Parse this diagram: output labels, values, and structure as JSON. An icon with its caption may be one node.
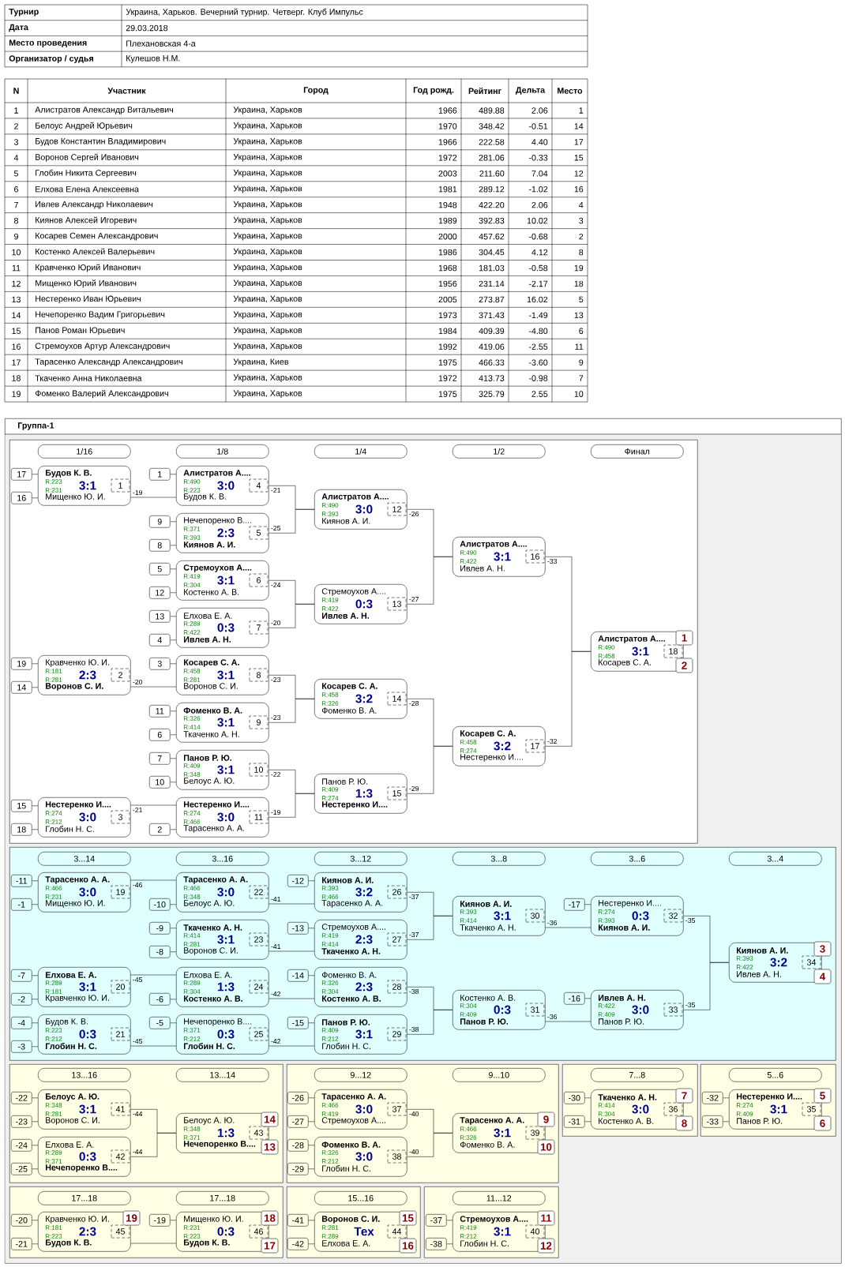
{
  "diagram": {
    "nodes": [
      {
        "text": [
          "Группа-1"
        ]
      },
      {
        "text": [],
        "shape": "box",
        "in": 0
      },
      {
        "text": [
          "1/16"
        ],
        "in": 1
      },
      {
        "text": [
          "1/8"
        ],
        "in": 1
      },
      {
        "text": [
          "1/4"
        ],
        "in": 1
      },
      {
        "text": [
          "1/2"
        ],
        "in": 1
      },
      {
        "text": [
          "Финал"
        ],
        "in": 1
      },
      {
        "text": [
          "17"
        ],
        "in": 1
      },
      {
        "text": [
          "16"
        ],
        "in": 1
      },
      {
        "text": [
          "Будов К. В.",
          "R:223",
          "3:1",
          "R:231",
          "Мищенко Ю. И.",
          "1"
        ],
        "in": 1
      },
      {
        "text": [
          "19"
        ],
        "in": 1
      },
      {
        "text": [
          "14"
        ],
        "in": 1
      },
      {
        "text": [
          "Кравченко Ю. И.",
          "R:181",
          "2:3",
          "R:281",
          "Воронов С. И.",
          "2"
        ],
        "in": 1
      },
      {
        "text": [
          "15"
        ],
        "in": 1
      },
      {
        "text": [
          "18"
        ],
        "in": 1
      },
      {
        "text": [
          "Нестеренко И....",
          "R:274",
          "3:0",
          "R:212",
          "Глобин Н. С.",
          "3"
        ],
        "in": 1
      },
      {
        "text": [
          "1"
        ],
        "in": 1
      },
      {
        "text": [
          "Алистратов А....",
          "R:490",
          "3:0",
          "R:223",
          "Будов К. В.",
          "4"
        ],
        "in": 1
      },
      {
        "text": [
          "9"
        ],
        "in": 1
      },
      {
        "text": [
          "8"
        ],
        "in": 1
      },
      {
        "text": [
          "Нечепоренко В....",
          "R:371",
          "2:3",
          "R:393",
          "Киянов А. И.",
          "5"
        ],
        "in": 1
      },
      {
        "text": [
          "5"
        ],
        "in": 1
      },
      {
        "text": [
          "12"
        ],
        "in": 1
      },
      {
        "text": [
          "Стремоухов А....",
          "R:419",
          "3:1",
          "R:304",
          "Костенко А. В.",
          "6"
        ],
        "in": 1
      },
      {
        "text": [
          "13"
        ],
        "in": 1
      },
      {
        "text": [
          "4"
        ],
        "in": 1
      },
      {
        "text": [
          "Елхова Е. А.",
          "R:289",
          "0:3",
          "R:422",
          "Ивлев А. Н.",
          "7"
        ],
        "in": 1
      },
      {
        "text": [
          "3"
        ],
        "in": 1
      },
      {
        "text": [
          "Косарев С. А.",
          "R:458",
          "3:1",
          "R:281",
          "Воронов С. И.",
          "8"
        ],
        "in": 1
      },
      {
        "text": [
          "11"
        ],
        "in": 1
      },
      {
        "text": [
          "6"
        ],
        "in": 1
      },
      {
        "text": [
          "Фоменко В. А.",
          "R:326",
          "3:1",
          "R:414",
          "Ткаченко А. Н.",
          "9"
        ],
        "in": 1
      },
      {
        "text": [
          "7"
        ],
        "in": 1
      },
      {
        "text": [
          "10"
        ],
        "in": 1
      },
      {
        "text": [
          "Панов Р. Ю.",
          "R:409",
          "3:1",
          "R:348",
          "Белоус А. Ю.",
          "10"
        ],
        "in": 1
      },
      {
        "text": [
          "2"
        ],
        "in": 1
      },
      {
        "text": [
          "Нестеренко И....",
          "R:274",
          "3:0",
          "R:466",
          "Тарасенко А. А.",
          "11"
        ],
        "in": 1
      },
      {
        "text": [
          "Алистратов А....",
          "R:490",
          "3:0",
          "R:393",
          "Киянов А. И.",
          "12"
        ],
        "in": 1
      },
      {
        "text": [
          "Стремоухов А....",
          "R:419",
          "0:3",
          "R:422",
          "Ивлев А. Н.",
          "13"
        ],
        "in": 1
      },
      {
        "text": [
          "Косарев С. А.",
          "R:458",
          "3:2",
          "R:326",
          "Фоменко В. А.",
          "14"
        ],
        "in": 1
      },
      {
        "text": [
          "Панов Р. Ю.",
          "R:409",
          "1:3",
          "R:274",
          "Нестеренко И....",
          "15"
        ],
        "in": 1
      },
      {
        "text": [
          "Алистратов А....",
          "R:490",
          "3:1",
          "R:422",
          "Ивлев А. Н.",
          "16"
        ],
        "in": 1
      },
      {
        "text": [
          "Косарев С. А.",
          "R:458",
          "3:2",
          "R:274",
          "Нестеренко И....",
          "17"
        ],
        "in": 1
      },
      {
        "text": [
          "Алистратов А....",
          "R:490",
          "3:1",
          "R:458",
          "Косарев С. А.",
          "18"
        ],
        "in": 1,
        "beside": [
          "1",
          "2"
        ]
      },
      {
        "text": [],
        "shape": "box",
        "in": 0
      },
      {
        "text": [
          "3...14"
        ],
        "in": 44
      },
      {
        "text": [
          "3...16"
        ],
        "in": 44
      },
      {
        "text": [
          "3...12"
        ],
        "in": 44
      },
      {
        "text": [
          "3...8"
        ],
        "in": 44
      },
      {
        "text": [
          "3...6"
        ],
        "in": 44
      },
      {
        "text": [
          "3...4"
        ],
        "in": 44
      },
      {
        "text": [
          "-11"
        ],
        "in": 44
      },
      {
        "text": [
          "-1"
        ],
        "in": 44
      },
      {
        "text": [
          "Тарасенко А. А.",
          "R:466",
          "3:0",
          "R:231",
          "Мищенко Ю. И.",
          "19"
        ],
        "in": 44
      },
      {
        "text": [
          "-7"
        ],
        "in": 44
      },
      {
        "text": [
          "-2"
        ],
        "in": 44
      },
      {
        "text": [
          "Елхова Е. А.",
          "R:289",
          "3:1",
          "R:181",
          "Кравченко Ю. И.",
          "20"
        ],
        "in": 44
      },
      {
        "text": [
          "-4"
        ],
        "in": 44
      },
      {
        "text": [
          "-3"
        ],
        "in": 44
      },
      {
        "text": [
          "Будов К. В.",
          "R:223",
          "0:3",
          "R:212",
          "Глобин Н. С.",
          "21"
        ],
        "in": 44
      },
      {
        "text": [
          "-10"
        ],
        "in": 44
      },
      {
        "text": [
          "Тарасенко А. А.",
          "R:466",
          "3:0",
          "R:348",
          "Белоус А. Ю.",
          "22"
        ],
        "in": 44
      },
      {
        "text": [
          "-9"
        ],
        "in": 44
      },
      {
        "text": [
          "-8"
        ],
        "in": 44
      },
      {
        "text": [
          "Ткаченко А. Н.",
          "R:414",
          "3:1",
          "R:281",
          "Воронов С. И.",
          "23"
        ],
        "in": 44
      },
      {
        "text": [
          "-6"
        ],
        "in": 44
      },
      {
        "text": [
          "Елхова Е. А.",
          "R:289",
          "1:3",
          "R:304",
          "Костенко А. В.",
          "24"
        ],
        "in": 44
      },
      {
        "text": [
          "-5"
        ],
        "in": 44
      },
      {
        "text": [
          "Нечепоренко В....",
          "R:371",
          "0:3",
          "R:212",
          "Глобин Н. С.",
          "25"
        ],
        "in": 44
      },
      {
        "text": [
          "-12"
        ],
        "in": 44
      },
      {
        "text": [
          "Киянов А. И.",
          "R:393",
          "3:2",
          "R:466",
          "Тарасенко А. А.",
          "26"
        ],
        "in": 44
      },
      {
        "text": [
          "-13"
        ],
        "in": 44
      },
      {
        "text": [
          "Стремоухов А....",
          "R:419",
          "2:3",
          "R:414",
          "Ткаченко А. Н.",
          "27"
        ],
        "in": 44
      },
      {
        "text": [
          "-14"
        ],
        "in": 44
      },
      {
        "text": [
          "Фоменко В. А.",
          "R:326",
          "2:3",
          "R:304",
          "Костенко А. В.",
          "28"
        ],
        "in": 44
      },
      {
        "text": [
          "-15"
        ],
        "in": 44
      },
      {
        "text": [
          "Панов Р. Ю.",
          "R:409",
          "3:1",
          "R:212",
          "Глобин Н. С.",
          "29"
        ],
        "in": 44
      },
      {
        "text": [
          "Киянов А. И.",
          "R:393",
          "3:1",
          "R:414",
          "Ткаченко А. Н.",
          "30"
        ],
        "in": 44
      },
      {
        "text": [
          "Костенко А. В.",
          "R:304",
          "0:3",
          "R:409",
          "Панов Р. Ю.",
          "31"
        ],
        "in": 44
      },
      {
        "text": [
          "-17"
        ],
        "in": 44
      },
      {
        "text": [
          "Нестеренко И....",
          "R:274",
          "0:3",
          "R:393",
          "Киянов А. И.",
          "32"
        ],
        "in": 44
      },
      {
        "text": [
          "-16"
        ],
        "in": 44
      },
      {
        "text": [
          "Ивлев А. Н.",
          "R:422",
          "3:0",
          "R:409",
          "Панов Р. Ю.",
          "33"
        ],
        "in": 44
      },
      {
        "text": [
          "Киянов А. И.",
          "R:393",
          "3:2",
          "R:422",
          "Ивлев А. Н.",
          "34"
        ],
        "in": 44,
        "beside": [
          "3",
          "4"
        ]
      },
      {
        "text": [],
        "shape": "box",
        "in": 0
      },
      {
        "text": [
          "13...16"
        ],
        "in": 84
      },
      {
        "text": [
          "13...14"
        ],
        "in": 84
      },
      {
        "text": [
          "-22"
        ],
        "in": 84
      },
      {
        "text": [
          "-23"
        ],
        "in": 84
      },
      {
        "text": [
          "Белоус А. Ю.",
          "R:348",
          "3:1",
          "R:281",
          "Воронов С. И.",
          "41"
        ],
        "in": 84
      },
      {
        "text": [
          "-24"
        ],
        "in": 84
      },
      {
        "text": [
          "-25"
        ],
        "in": 84
      },
      {
        "text": [
          "Елхова Е. А.",
          "R:289",
          "0:3",
          "R:371",
          "Нечепоренко В....",
          "42"
        ],
        "in": 84
      },
      {
        "text": [
          "Белоус А. Ю.",
          "R:348",
          "1:3",
          "R:371",
          "Нечепоренко В....",
          "43"
        ],
        "in": 84,
        "beside": [
          "14",
          "13"
        ]
      },
      {
        "text": [],
        "shape": "box",
        "in": 0
      },
      {
        "text": [
          "9...12"
        ],
        "in": 94
      },
      {
        "text": [
          "9...10"
        ],
        "in": 94
      },
      {
        "text": [
          "-26"
        ],
        "in": 94
      },
      {
        "text": [
          "-27"
        ],
        "in": 94
      },
      {
        "text": [
          "Тарасенко А. А.",
          "R:466",
          "3:0",
          "R:419",
          "Стремоухов А....",
          "37"
        ],
        "in": 94
      },
      {
        "text": [
          "-28"
        ],
        "in": 94
      },
      {
        "text": [
          "-29"
        ],
        "in": 94
      },
      {
        "text": [
          "Фоменко В. А.",
          "R:326",
          "3:0",
          "R:212",
          "Глобин Н. С.",
          "38"
        ],
        "in": 94
      },
      {
        "text": [
          "Тарасенко А. А.",
          "R:466",
          "3:1",
          "R:326",
          "Фоменко В. А.",
          "39"
        ],
        "in": 94,
        "beside": [
          "9",
          "10"
        ]
      },
      {
        "text": [],
        "shape": "box",
        "in": 0
      },
      {
        "text": [
          "7...8"
        ],
        "in": 104
      },
      {
        "text": [
          "-30"
        ],
        "in": 104
      },
      {
        "text": [
          "-31"
        ],
        "in": 104
      },
      {
        "text": [
          "Ткаченко А. Н.",
          "R:414",
          "3:0",
          "R:304",
          "Костенко А. В.",
          "36"
        ],
        "in": 104,
        "beside": [
          "7",
          "8"
        ]
      },
      {
        "text": [],
        "shape": "box",
        "in": 0
      },
      {
        "text": [
          "5...6"
        ],
        "in": 109
      },
      {
        "text": [
          "-32"
        ],
        "in": 109
      },
      {
        "text": [
          "-33"
        ],
        "in": 109
      },
      {
        "text": [
          "Нестеренко И....",
          "R:274",
          "3:1",
          "R:409",
          "Панов Р. Ю.",
          "35"
        ],
        "in": 109,
        "beside": [
          "5",
          "6"
        ]
      },
      {
        "text": [],
        "shape": "box",
        "in": 0
      },
      {
        "text": [
          "17...18"
        ],
        "in": 114
      },
      {
        "text": [
          "17...18"
        ],
        "in": 114
      },
      {
        "text": [
          "-20"
        ],
        "in": 114
      },
      {
        "text": [
          "-21"
        ],
        "in": 114
      },
      {
        "text": [
          "Кравченко Ю. И.",
          "R:181",
          "2:3",
          "R:223",
          "Будов К. В.",
          "45"
        ],
        "in": 114,
        "beside": [
          "19"
        ]
      },
      {
        "text": [
          "-19"
        ],
        "in": 114
      },
      {
        "text": [
          "Мищенко Ю. И.",
          "R:231",
          "0:3",
          "R:223",
          "Будов К. В.",
          "46"
        ],
        "in": 114,
        "beside": [
          "18",
          "17"
        ]
      },
      {
        "text": [],
        "shape": "box",
        "in": 0
      },
      {
        "text": [
          "15...16"
        ],
        "in": 122
      },
      {
        "text": [
          "-41"
        ],
        "in": 122
      },
      {
        "text": [
          "-42"
        ],
        "in": 122
      },
      {
        "text": [
          "Воронов С. И.",
          "R:281",
          "Тех",
          "R:289",
          "Елхова Е. А.",
          "44"
        ],
        "in": 122,
        "beside": [
          "15",
          "16"
        ]
      },
      {
        "text": [],
        "shape": "box",
        "in": 0
      },
      {
        "text": [
          "11...12"
        ],
        "in": 127
      },
      {
        "text": [
          "-37"
        ],
        "in": 127
      },
      {
        "text": [
          "-38"
        ],
        "in": 127
      },
      {
        "text": [
          "Стремоухов А....",
          "R:419",
          "3:1",
          "R:212",
          "Глобин Н. С.",
          "40"
        ],
        "in": 127,
        "beside": [
          "11",
          "12"
        ]
      }
    ],
    "edges": [
      {
        "from": 7,
        "to": 9,
        "arrow": "none"
      },
      {
        "from": 8,
        "to": 9,
        "arrow": "none"
      },
      {
        "from": 10,
        "to": 12,
        "arrow": "none"
      },
      {
        "from": 11,
        "to": 12,
        "arrow": "none"
      },
      {
        "from": 13,
        "to": 15,
        "arrow": "none"
      },
      {
        "from": 14,
        "to": 15,
        "arrow": "none"
      },
      {
        "from": 16,
        "to": 17,
        "arrow": "none"
      },
      {
        "from": 18,
        "to": 20,
        "arrow": "none"
      },
      {
        "from": 19,
        "to": 20,
        "arrow": "none"
      },
      {
        "from": 21,
        "to": 23,
        "arrow": "none"
      },
      {
        "from": 22,
        "to": 23,
        "arrow": "none"
      },
      {
        "from": 24,
        "to": 26,
        "arrow": "none"
      },
      {
        "from": 25,
        "to": 26,
        "arrow": "none"
      },
      {
        "from": 27,
        "to": 28,
        "arrow": "none"
      },
      {
        "from": 29,
        "to": 31,
        "arrow": "none"
      },
      {
        "from": 30,
        "to": 31,
        "arrow": "none"
      },
      {
        "from": 32,
        "to": 34,
        "arrow": "none"
      },
      {
        "from": 33,
        "to": 34,
        "arrow": "none"
      },
      {
        "from": 35,
        "to": 36,
        "arrow": "none"
      },
      {
        "from": 51,
        "to": 53,
        "arrow": "none"
      },
      {
        "from": 52,
        "to": 53,
        "arrow": "none"
      },
      {
        "from": 54,
        "to": 56,
        "arrow": "none"
      },
      {
        "from": 55,
        "to": 56,
        "arrow": "none"
      },
      {
        "from": 57,
        "to": 59,
        "arrow": "none"
      },
      {
        "from": 58,
        "to": 59,
        "arrow": "none"
      },
      {
        "from": 60,
        "to": 61,
        "arrow": "none"
      },
      {
        "from": 62,
        "to": 64,
        "arrow": "none"
      },
      {
        "from": 63,
        "to": 64,
        "arrow": "none"
      },
      {
        "from": 65,
        "to": 66,
        "arrow": "none"
      },
      {
        "from": 67,
        "to": 68,
        "arrow": "none"
      },
      {
        "from": 69,
        "to": 70,
        "arrow": "none"
      },
      {
        "from": 71,
        "to": 72,
        "arrow": "none"
      },
      {
        "from": 73,
        "to": 74,
        "arrow": "none"
      },
      {
        "from": 75,
        "to": 76,
        "arrow": "none"
      },
      {
        "from": 79,
        "to": 80,
        "arrow": "none"
      },
      {
        "from": 81,
        "to": 82,
        "arrow": "none"
      },
      {
        "from": 87,
        "to": 89,
        "arrow": "none"
      },
      {
        "from": 88,
        "to": 89,
        "arrow": "none"
      },
      {
        "from": 90,
        "to": 92,
        "arrow": "none"
      },
      {
        "from": 91,
        "to": 92,
        "arrow": "none"
      },
      {
        "from": 97,
        "to": 99,
        "arrow": "none"
      },
      {
        "from": 98,
        "to": 99,
        "arrow": "none"
      },
      {
        "from": 100,
        "to": 102,
        "arrow": "none"
      },
      {
        "from": 101,
        "to": 102,
        "arrow": "none"
      },
      {
        "from": 106,
        "to": 108,
        "arrow": "none"
      },
      {
        "from": 107,
        "to": 108,
        "arrow": "none"
      },
      {
        "from": 111,
        "to": 113,
        "arrow": "none"
      },
      {
        "from": 112,
        "to": 113,
        "arrow": "none"
      },
      {
        "from": 117,
        "to": 119,
        "arrow": "none"
      },
      {
        "from": 118,
        "to": 119,
        "arrow": "none"
      },
      {
        "from": 120,
        "to": 121,
        "arrow": "none"
      },
      {
        "from": 124,
        "to": 126,
        "arrow": "none"
      },
      {
        "from": 125,
        "to": 126,
        "arrow": "none"
      },
      {
        "from": 129,
        "to": 131,
        "arrow": "none"
      },
      {
        "from": 130,
        "to": 131,
        "arrow": "none"
      },
      {
        "from": 9,
        "to": 17,
        "arrow": "none",
        "label": "-19"
      },
      {
        "from": 12,
        "to": 28,
        "arrow": "none",
        "label": "-20"
      },
      {
        "from": 15,
        "to": 36,
        "arrow": "none",
        "label": "-21"
      },
      {
        "from": 17,
        "to": 37,
        "arrow": "none",
        "label": "-21"
      },
      {
        "from": 20,
        "to": 37,
        "arrow": "none",
        "label": "-25"
      },
      {
        "from": 23,
        "to": 38,
        "arrow": "none",
        "label": "-24"
      },
      {
        "from": 26,
        "to": 38,
        "arrow": "none",
        "label": "-20"
      },
      {
        "from": 28,
        "to": 39,
        "arrow": "none",
        "label": "-23"
      },
      {
        "from": 31,
        "to": 39,
        "arrow": "none",
        "label": "-23"
      },
      {
        "from": 34,
        "to": 40,
        "arrow": "none",
        "label": "-22"
      },
      {
        "from": 36,
        "to": 40,
        "arrow": "none",
        "label": "-19"
      },
      {
        "from": 37,
        "to": 41,
        "arrow": "none",
        "label": "-26"
      },
      {
        "from": 38,
        "to": 41,
        "arrow": "none",
        "label": "-27"
      },
      {
        "from": 39,
        "to": 42,
        "arrow": "none",
        "label": "-28"
      },
      {
        "from": 40,
        "to": 42,
        "arrow": "none",
        "label": "-29"
      },
      {
        "from": 41,
        "to": 43,
        "arrow": "none",
        "label": "-33"
      },
      {
        "from": 42,
        "to": 43,
        "arrow": "none",
        "label": "-32"
      },
      {
        "from": 53,
        "to": 61,
        "arrow": "none",
        "label": "-46"
      },
      {
        "from": 61,
        "to": 70,
        "arrow": "none",
        "label": "-41"
      },
      {
        "from": 64,
        "to": 72,
        "arrow": "none",
        "label": "-41"
      },
      {
        "from": 56,
        "to": 66,
        "arrow": "none",
        "label": "-45"
      },
      {
        "from": 66,
        "to": 74,
        "arrow": "none",
        "label": "-42"
      },
      {
        "from": 59,
        "to": 68,
        "arrow": "none",
        "label": "-45"
      },
      {
        "from": 68,
        "to": 76,
        "arrow": "none",
        "label": "-42"
      },
      {
        "from": 70,
        "to": 77,
        "arrow": "none",
        "label": "-37"
      },
      {
        "from": 72,
        "to": 77,
        "arrow": "none",
        "label": "-37"
      },
      {
        "from": 74,
        "to": 78,
        "arrow": "none",
        "label": "-38"
      },
      {
        "from": 76,
        "to": 78,
        "arrow": "none",
        "label": "-38"
      },
      {
        "from": 77,
        "to": 80,
        "arrow": "none",
        "label": "-36"
      },
      {
        "from": 78,
        "to": 82,
        "arrow": "none",
        "label": "-36"
      },
      {
        "from": 80,
        "to": 83,
        "arrow": "none",
        "label": "-35"
      },
      {
        "from": 82,
        "to": 83,
        "arrow": "none",
        "label": "-35"
      },
      {
        "from": 89,
        "to": 93,
        "arrow": "none",
        "label": "-44"
      },
      {
        "from": 92,
        "to": 93,
        "arrow": "none",
        "label": "-44"
      },
      {
        "from": 99,
        "to": 103,
        "arrow": "none",
        "label": "-40"
      },
      {
        "from": 102,
        "to": 103,
        "arrow": "none",
        "label": "-40"
      },
      {
        "from": 119,
        "to": 121,
        "arrow": "none"
      }
    ],
    "labels": [
      "Турнир",
      "Украина, Харьков. Вечерний турнир. Четверг. Клуб Импульс",
      "Дата",
      "29.03.2018",
      "Место проведения",
      "Плехановская 4-а",
      "Организатор / судья",
      "Кулешов Н.М.",
      "N",
      "Участник",
      "Город",
      "Год рожд.",
      "Рейтинг",
      "Дельта",
      "Место",
      "1",
      "Алистратов Александр Витальевич",
      "Украина, Харьков",
      "1966",
      "489.88",
      "2.06",
      "1",
      "2",
      "Белоус Андрей Юрьевич",
      "Украина, Харьков",
      "1970",
      "348.42",
      "-0.51",
      "14",
      "3",
      "Будов Константин Владимирович",
      "Украина, Харьков",
      "1966",
      "222.58",
      "4.40",
      "17",
      "4",
      "Воронов Сергей Иванович",
      "Украина, Харьков",
      "1972",
      "281.06",
      "-0.33",
      "15",
      "5",
      "Глобин Никита Сергеевич",
      "Украина, Харьков",
      "2003",
      "211.60",
      "7.04",
      "12",
      "6",
      "Елхова Елена Алексеевна",
      "Украина, Харьков",
      "1981",
      "289.12",
      "-1.02",
      "16",
      "7",
      "Ивлев Александр Николаевич",
      "Украина, Харьков",
      "1948",
      "422.20",
      "2.06",
      "4",
      "8",
      "Киянов Алексей Игоревич",
      "Украина, Харьков",
      "1989",
      "392.83",
      "10.02",
      "3",
      "9",
      "Косарев Семен Александрович",
      "Украина, Харьков",
      "2000",
      "457.62",
      "-0.68",
      "2",
      "10",
      "Костенко Алексей Валерьевич",
      "Украина, Харьков",
      "1986",
      "304.45",
      "4.12",
      "8",
      "11",
      "Кравченко Юрий Иванович",
      "Украина, Харьков",
      "1968",
      "181.03",
      "-0.58",
      "19",
      "12",
      "Мищенко Юрий Иванович",
      "Украина, Харьков",
      "1956",
      "231.14",
      "-2.17",
      "18",
      "13",
      "Нестеренко Иван Юрьевич",
      "Украина, Харьков",
      "2005",
      "273.87",
      "16.02",
      "5",
      "14",
      "Нечепоренко Вадим Григорьевич",
      "Украина, Харьков",
      "1973",
      "371.43",
      "-1.49",
      "13",
      "15",
      "Панов Роман Юрьевич",
      "Украина, Харьков",
      "1984",
      "409.39",
      "-4.80",
      "6",
      "16",
      "Стремоухов Артур Александрович",
      "Украина, Харьков",
      "1992",
      "419.06",
      "-2.55",
      "11",
      "17",
      "Тарасенко Александр Александрович",
      "Украина, Киев",
      "1975",
      "466.33",
      "-3.60",
      "9",
      "18",
      "Ткаченко Анна Николаевна",
      "Украина, Харьков",
      "1972",
      "413.73",
      "-0.98",
      "7",
      "19",
      "Фоменко Валерий Александрович",
      "Украина, Харьков",
      "1975",
      "325.79",
      "2.55",
      "10"
    ]
  }
}
